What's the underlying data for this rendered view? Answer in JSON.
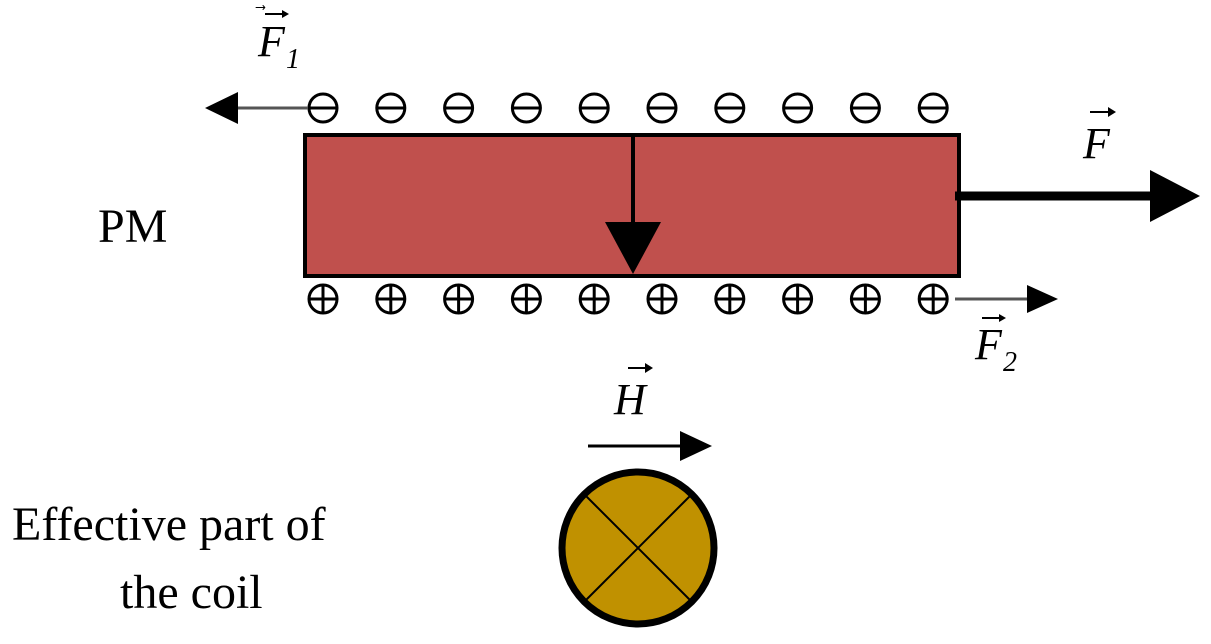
{
  "labels": {
    "magnet": "PM",
    "coil_line1": "Effective part of",
    "coil_line2": "the coil",
    "force_total": "F",
    "force_top": "F",
    "force_top_sub": "1",
    "force_bottom": "F",
    "force_bottom_sub": "2",
    "field": "H"
  },
  "charges": {
    "top_symbol": "minus",
    "bottom_symbol": "plus",
    "count_per_row": 10
  },
  "colors": {
    "magnet_fill": "#c0504d",
    "coil_fill": "#c09100",
    "outline": "#000000",
    "thin_arrow": "#555555"
  }
}
